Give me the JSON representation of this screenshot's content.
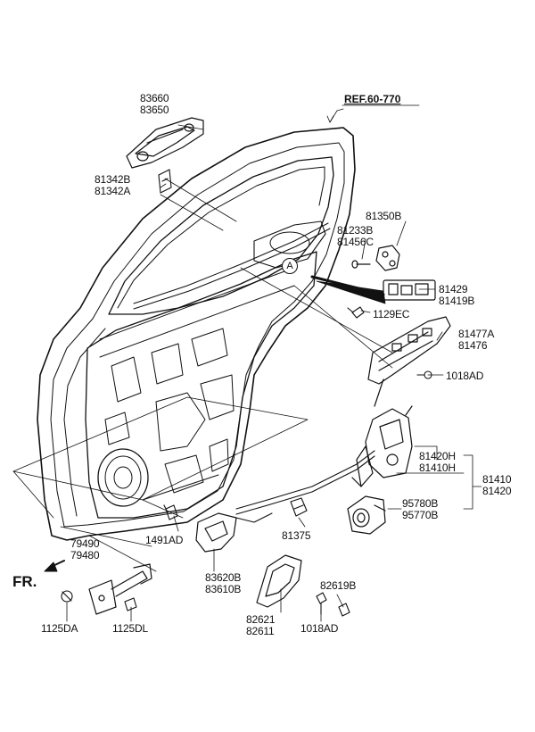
{
  "diagram": {
    "reference_label": "REF.60-770",
    "front_label": "FR.",
    "callout_marker": "A",
    "parts": [
      {
        "id": "p-83660",
        "lines": [
          "83660",
          "83650"
        ]
      },
      {
        "id": "p-81342",
        "lines": [
          "81342B",
          "81342A"
        ]
      },
      {
        "id": "p-81350",
        "lines": [
          "81350B"
        ]
      },
      {
        "id": "p-81233",
        "lines": [
          "81233B",
          "81456C"
        ]
      },
      {
        "id": "p-81429",
        "lines": [
          "81429",
          "81419B"
        ]
      },
      {
        "id": "p-1129ec",
        "lines": [
          "1129EC"
        ]
      },
      {
        "id": "p-81477",
        "lines": [
          "81477A",
          "81476"
        ]
      },
      {
        "id": "p-1018ad-top",
        "lines": [
          "1018AD"
        ]
      },
      {
        "id": "p-81420h",
        "lines": [
          "81420H",
          "81410H"
        ]
      },
      {
        "id": "p-81410",
        "lines": [
          "81410",
          "81420"
        ]
      },
      {
        "id": "p-95780",
        "lines": [
          "95780B",
          "95770B"
        ]
      },
      {
        "id": "p-81375",
        "lines": [
          "81375"
        ]
      },
      {
        "id": "p-1491ad",
        "lines": [
          "1491AD"
        ]
      },
      {
        "id": "p-83620",
        "lines": [
          "83620B",
          "83610B"
        ]
      },
      {
        "id": "p-79490",
        "lines": [
          "79490",
          "79480"
        ]
      },
      {
        "id": "p-82619",
        "lines": [
          "82619B"
        ]
      },
      {
        "id": "p-82621",
        "lines": [
          "82621",
          "82611"
        ]
      },
      {
        "id": "p-1018ad-bottom",
        "lines": [
          "1018AD"
        ]
      },
      {
        "id": "p-1125da",
        "lines": [
          "1125DA"
        ]
      },
      {
        "id": "p-1125dl",
        "lines": [
          "1125DL"
        ]
      }
    ]
  }
}
